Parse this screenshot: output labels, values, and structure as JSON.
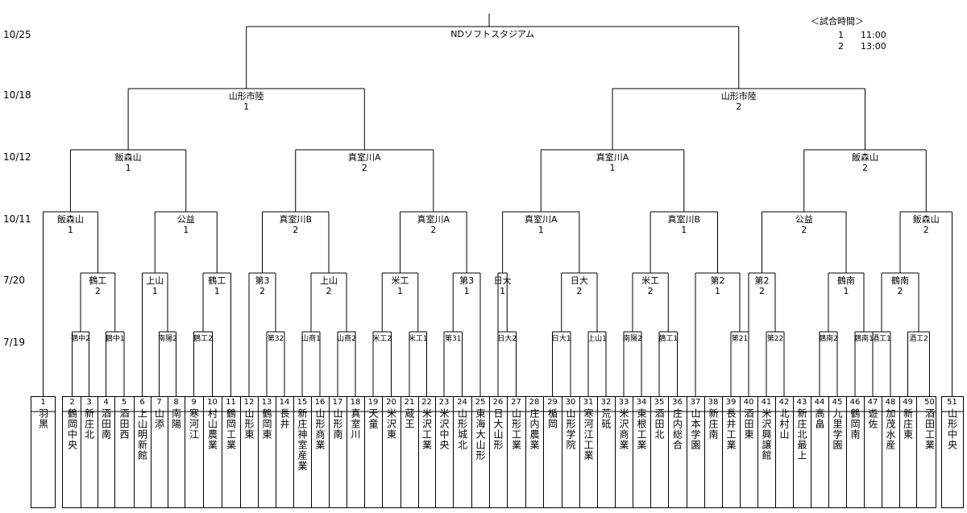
{
  "dates": [
    "10/25",
    "10/18",
    "10/12",
    "10/11",
    "7/20",
    "7/19"
  ],
  "legend": {
    "title": "＜試合時間＞",
    "rows": [
      {
        "no": "1",
        "time": "11:00"
      },
      {
        "no": "2",
        "time": "13:00"
      }
    ]
  },
  "final": {
    "venue": "NDソフトスタジアム"
  },
  "r1018": [
    {
      "venue": "山形市陸",
      "no": "1"
    },
    {
      "venue": "山形市陸",
      "no": "2"
    }
  ],
  "r1012": [
    {
      "venue": "飯森山",
      "no": "1"
    },
    {
      "venue": "真室川A",
      "no": "2"
    },
    {
      "venue": "真室川A",
      "no": "1"
    },
    {
      "venue": "飯森山",
      "no": "2"
    }
  ],
  "r1011": [
    {
      "venue": "飯森山",
      "no": "1"
    },
    {
      "venue": "公益",
      "no": "1"
    },
    {
      "venue": "真室川B",
      "no": "2"
    },
    {
      "venue": "真室川A",
      "no": "2"
    },
    {
      "venue": "真室川A",
      "no": "1"
    },
    {
      "venue": "真室川B",
      "no": "1"
    },
    {
      "venue": "公益",
      "no": "2"
    },
    {
      "venue": "飯森山",
      "no": "2"
    }
  ],
  "r0720": [
    {
      "venue": "鶴工",
      "no": "2"
    },
    {
      "venue": "上山",
      "no": "1"
    },
    {
      "venue": "鶴工",
      "no": "1"
    },
    {
      "venue": "第3",
      "no": "2"
    },
    {
      "venue": "上山",
      "no": "2"
    },
    {
      "venue": "米工",
      "no": "1"
    },
    {
      "venue": "第3",
      "no": "1"
    },
    {
      "venue": "日大",
      "no": "1"
    },
    {
      "venue": "日大",
      "no": "2"
    },
    {
      "venue": "米工",
      "no": "2"
    },
    {
      "venue": "第2",
      "no": "1"
    },
    {
      "venue": "第2",
      "no": "2"
    },
    {
      "venue": "鶴南",
      "no": "1"
    },
    {
      "venue": "鶴南",
      "no": "2"
    }
  ],
  "r0719": [
    {
      "venue": "鶴中",
      "no": "2"
    },
    {
      "venue": "鶴中",
      "no": "1"
    },
    {
      "venue": "南陽",
      "no": "2"
    },
    {
      "venue": "鶴工",
      "no": "2"
    },
    {
      "venue": "第3",
      "no": "2"
    },
    {
      "venue": "山商",
      "no": "1"
    },
    {
      "venue": "山商",
      "no": "2"
    },
    {
      "venue": "米工",
      "no": "2"
    },
    {
      "venue": "米工",
      "no": "1"
    },
    {
      "venue": "第3",
      "no": "1"
    },
    {
      "venue": "日大",
      "no": "2"
    },
    {
      "venue": "日大",
      "no": "1"
    },
    {
      "venue": "上山",
      "no": "1"
    },
    {
      "venue": "南陽",
      "no": "2"
    },
    {
      "venue": "鶴工",
      "no": "1"
    },
    {
      "venue": "第2",
      "no": "1"
    },
    {
      "venue": "第2",
      "no": "2"
    },
    {
      "venue": "鶴南",
      "no": "2"
    },
    {
      "venue": "鶴南",
      "no": "1"
    },
    {
      "venue": "酒工",
      "no": "1"
    },
    {
      "venue": "酒工",
      "no": "2"
    }
  ],
  "teams": [
    {
      "no": "1",
      "name": "羽黒"
    },
    {
      "no": "2",
      "name": "鶴岡中央"
    },
    {
      "no": "3",
      "name": "新庄北"
    },
    {
      "no": "4",
      "name": "酒田南"
    },
    {
      "no": "5",
      "name": "酒田西"
    },
    {
      "no": "6",
      "name": "上山明新館"
    },
    {
      "no": "7",
      "name": "山添"
    },
    {
      "no": "8",
      "name": "南陽"
    },
    {
      "no": "9",
      "name": "寒河江"
    },
    {
      "no": "10",
      "name": "村山農業"
    },
    {
      "no": "11",
      "name": "鶴岡工業"
    },
    {
      "no": "12",
      "name": "山形東"
    },
    {
      "no": "13",
      "name": "鶴岡東"
    },
    {
      "no": "14",
      "name": "長井"
    },
    {
      "no": "15",
      "name": "新庄神室産業"
    },
    {
      "no": "16",
      "name": "山形商業"
    },
    {
      "no": "17",
      "name": "山形南"
    },
    {
      "no": "18",
      "name": "真室川"
    },
    {
      "no": "19",
      "name": "天童"
    },
    {
      "no": "20",
      "name": "米沢東"
    },
    {
      "no": "21",
      "name": "蔵王"
    },
    {
      "no": "22",
      "name": "米沢工業"
    },
    {
      "no": "23",
      "name": "米沢中央"
    },
    {
      "no": "24",
      "name": "山形城北"
    },
    {
      "no": "25",
      "name": "東海大山形"
    },
    {
      "no": "26",
      "name": "日大山形"
    },
    {
      "no": "27",
      "name": "山形工業"
    },
    {
      "no": "28",
      "name": "庄内農業"
    },
    {
      "no": "29",
      "name": "楯岡"
    },
    {
      "no": "30",
      "name": "山形学院"
    },
    {
      "no": "31",
      "name": "寒河江工業"
    },
    {
      "no": "32",
      "name": "荒砥"
    },
    {
      "no": "33",
      "name": "米沢商業"
    },
    {
      "no": "34",
      "name": "東根工業"
    },
    {
      "no": "35",
      "name": "酒田北"
    },
    {
      "no": "36",
      "name": "庄内総合"
    },
    {
      "no": "37",
      "name": "山本学園"
    },
    {
      "no": "38",
      "name": "新庄南"
    },
    {
      "no": "39",
      "name": "長井工業"
    },
    {
      "no": "40",
      "name": "酒田東"
    },
    {
      "no": "41",
      "name": "米沢興譲館"
    },
    {
      "no": "42",
      "name": "北村山"
    },
    {
      "no": "43",
      "name": "新庄北最上"
    },
    {
      "no": "44",
      "name": "高畠"
    },
    {
      "no": "45",
      "name": "九里学園"
    },
    {
      "no": "46",
      "name": "鶴岡南"
    },
    {
      "no": "47",
      "name": "遊佐"
    },
    {
      "no": "48",
      "name": "加茂水産"
    },
    {
      "no": "49",
      "name": "新庄東"
    },
    {
      "no": "50",
      "name": "酒田工業"
    },
    {
      "no": "51",
      "name": "山形中央"
    }
  ]
}
